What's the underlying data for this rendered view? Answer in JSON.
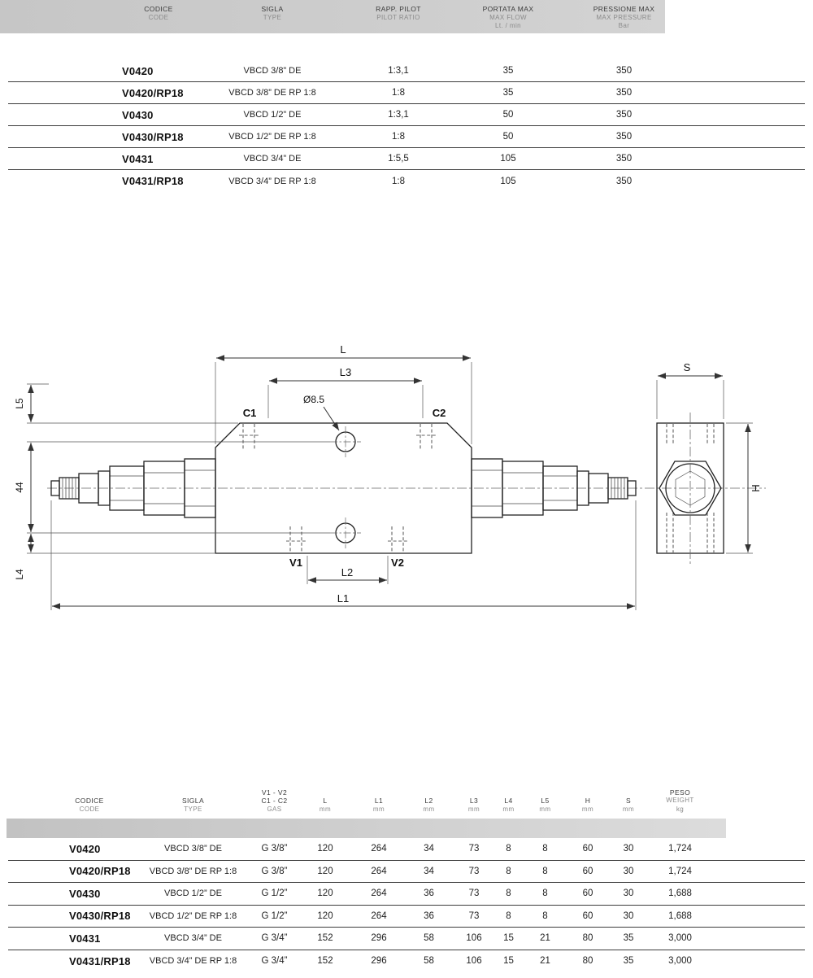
{
  "colors": {
    "header_band": "#cccccc",
    "table_line": "#3c3c3c"
  },
  "top_table": {
    "headers": {
      "codice": {
        "line1": "CODICE",
        "line2": "CODE"
      },
      "sigla": {
        "line1": "SIGLA",
        "line2": "TYPE"
      },
      "rapp": {
        "line1": "RAPP. PILOT",
        "line2": "PILOT RATIO"
      },
      "portata": {
        "line1": "PORTATA MAX",
        "line2": "MAX FLOW",
        "line3": "Lt. / min"
      },
      "pressione": {
        "line1": "PRESSIONE MAX",
        "line2": "MAX PRESSURE",
        "line3": "Bar"
      }
    },
    "rows": [
      {
        "code": "V0420",
        "type": "VBCD 3/8” DE",
        "pilot_ratio": "1:3,1",
        "max_flow": "35",
        "max_pressure": "350"
      },
      {
        "code": "V0420/RP18",
        "type": "VBCD 3/8” DE RP 1:8",
        "pilot_ratio": "1:8",
        "max_flow": "35",
        "max_pressure": "350"
      },
      {
        "code": "V0430",
        "type": "VBCD 1/2” DE",
        "pilot_ratio": "1:3,1",
        "max_flow": "50",
        "max_pressure": "350"
      },
      {
        "code": "V0430/RP18",
        "type": "VBCD 1/2” DE RP 1:8",
        "pilot_ratio": "1:8",
        "max_flow": "50",
        "max_pressure": "350"
      },
      {
        "code": "V0431",
        "type": "VBCD 3/4” DE",
        "pilot_ratio": "1:5,5",
        "max_flow": "105",
        "max_pressure": "350"
      },
      {
        "code": "V0431/RP18",
        "type": "VBCD 3/4” DE RP 1:8",
        "pilot_ratio": "1:8",
        "max_flow": "105",
        "max_pressure": "350"
      }
    ]
  },
  "drawing": {
    "labels": {
      "l": "L",
      "l3": "L3",
      "hole_dia": "Ø8.5",
      "c1": "C1",
      "c2": "C2",
      "v1": "V1",
      "v2": "V2",
      "l2": "L2",
      "l1": "L1",
      "l5": "L5",
      "dim_44": "44",
      "l4": "L4",
      "s": "S",
      "h": "H"
    }
  },
  "bottom_table": {
    "headers": {
      "codice": {
        "line1": "CODICE",
        "line2": "CODE"
      },
      "sigla": {
        "line1": "SIGLA",
        "line2": "TYPE"
      },
      "gas": {
        "line1": "V1 - V2",
        "line2": "C1 - C2",
        "line3": "GAS"
      },
      "l": {
        "line1": "L",
        "line2": "mm"
      },
      "l1": {
        "line1": "L1",
        "line2": "mm"
      },
      "l2": {
        "line1": "L2",
        "line2": "mm"
      },
      "l3": {
        "line1": "L3",
        "line2": "mm"
      },
      "l4": {
        "line1": "L4",
        "line2": "mm"
      },
      "l5": {
        "line1": "L5",
        "line2": "mm"
      },
      "h": {
        "line1": "H",
        "line2": "mm"
      },
      "s": {
        "line1": "S",
        "line2": "mm"
      },
      "peso": {
        "line1": "PESO",
        "line2": "WEIGHT",
        "line3": "kg"
      }
    },
    "rows": [
      {
        "code": "V0420",
        "type": "VBCD 3/8” DE",
        "gas": "G 3/8”",
        "l": "120",
        "l1": "264",
        "l2": "34",
        "l3": "73",
        "l4": "8",
        "l5": "8",
        "h": "60",
        "s": "30",
        "weight": "1,724"
      },
      {
        "code": "V0420/RP18",
        "type": "VBCD 3/8” DE RP 1:8",
        "gas": "G 3/8”",
        "l": "120",
        "l1": "264",
        "l2": "34",
        "l3": "73",
        "l4": "8",
        "l5": "8",
        "h": "60",
        "s": "30",
        "weight": "1,724"
      },
      {
        "code": "V0430",
        "type": "VBCD 1/2” DE",
        "gas": "G 1/2”",
        "l": "120",
        "l1": "264",
        "l2": "36",
        "l3": "73",
        "l4": "8",
        "l5": "8",
        "h": "60",
        "s": "30",
        "weight": "1,688"
      },
      {
        "code": "V0430/RP18",
        "type": "VBCD 1/2” DE RP 1:8",
        "gas": "G 1/2”",
        "l": "120",
        "l1": "264",
        "l2": "36",
        "l3": "73",
        "l4": "8",
        "l5": "8",
        "h": "60",
        "s": "30",
        "weight": "1,688"
      },
      {
        "code": "V0431",
        "type": "VBCD 3/4” DE",
        "gas": "G 3/4”",
        "l": "152",
        "l1": "296",
        "l2": "58",
        "l3": "106",
        "l4": "15",
        "l5": "21",
        "h": "80",
        "s": "35",
        "weight": "3,000"
      },
      {
        "code": "V0431/RP18",
        "type": "VBCD 3/4” DE RP 1:8",
        "gas": "G 3/4”",
        "l": "152",
        "l1": "296",
        "l2": "58",
        "l3": "106",
        "l4": "15",
        "l5": "21",
        "h": "80",
        "s": "35",
        "weight": "3,000"
      }
    ]
  }
}
